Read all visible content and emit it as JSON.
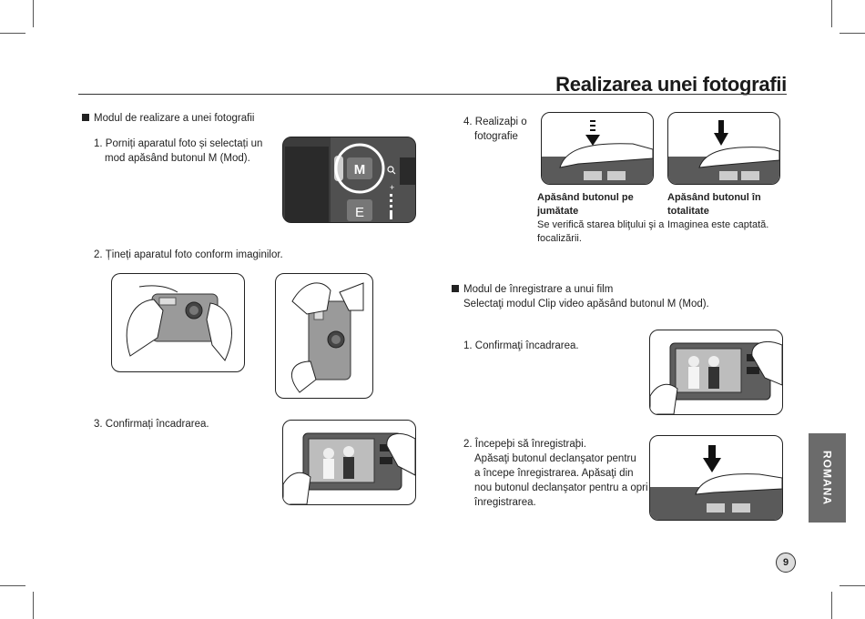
{
  "page": {
    "title": "Realizarea unei fotografii",
    "side_tab": "ROMANA",
    "page_number": "9"
  },
  "left": {
    "section_heading": "Modul de realizare a unei fotografii",
    "step1": [
      "1. Porniți aparatul foto și selectați un",
      "mod apăsând butonul M (Mod)."
    ],
    "step2": "2. Țineți aparatul foto conform imaginilor.",
    "step3": "3. Confirmați încadrarea.",
    "mode_dial_labels": [
      "M",
      "E"
    ]
  },
  "right": {
    "step4": [
      "4. Realizaþi o",
      "fotografie"
    ],
    "half_press": {
      "heading": "Apăsând butonul pe jumătate",
      "text": [
        "Se verifică starea bliţului şi a",
        "focalizării."
      ]
    },
    "full_press": {
      "heading": "Apăsând butonul în totalitate",
      "text": [
        "Imaginea este captată."
      ]
    },
    "movie_heading": "Modul de înregistrare a unui film",
    "movie_select": "Selectaţi modul Clip video apăsând butonul M (Mod).",
    "movie_step1": "1. Confirmaţi încadrarea.",
    "movie_step2": [
      "2. Începeþi să înregistraþi.",
      "Apăsaţi butonul declanşator pentru",
      "a începe înregistrarea. Apăsaţi din",
      "nou butonul declanşator pentru a opri",
      "înregistrarea."
    ]
  },
  "colors": {
    "side_tab": "#6b6b6b",
    "rule": "#333333"
  }
}
